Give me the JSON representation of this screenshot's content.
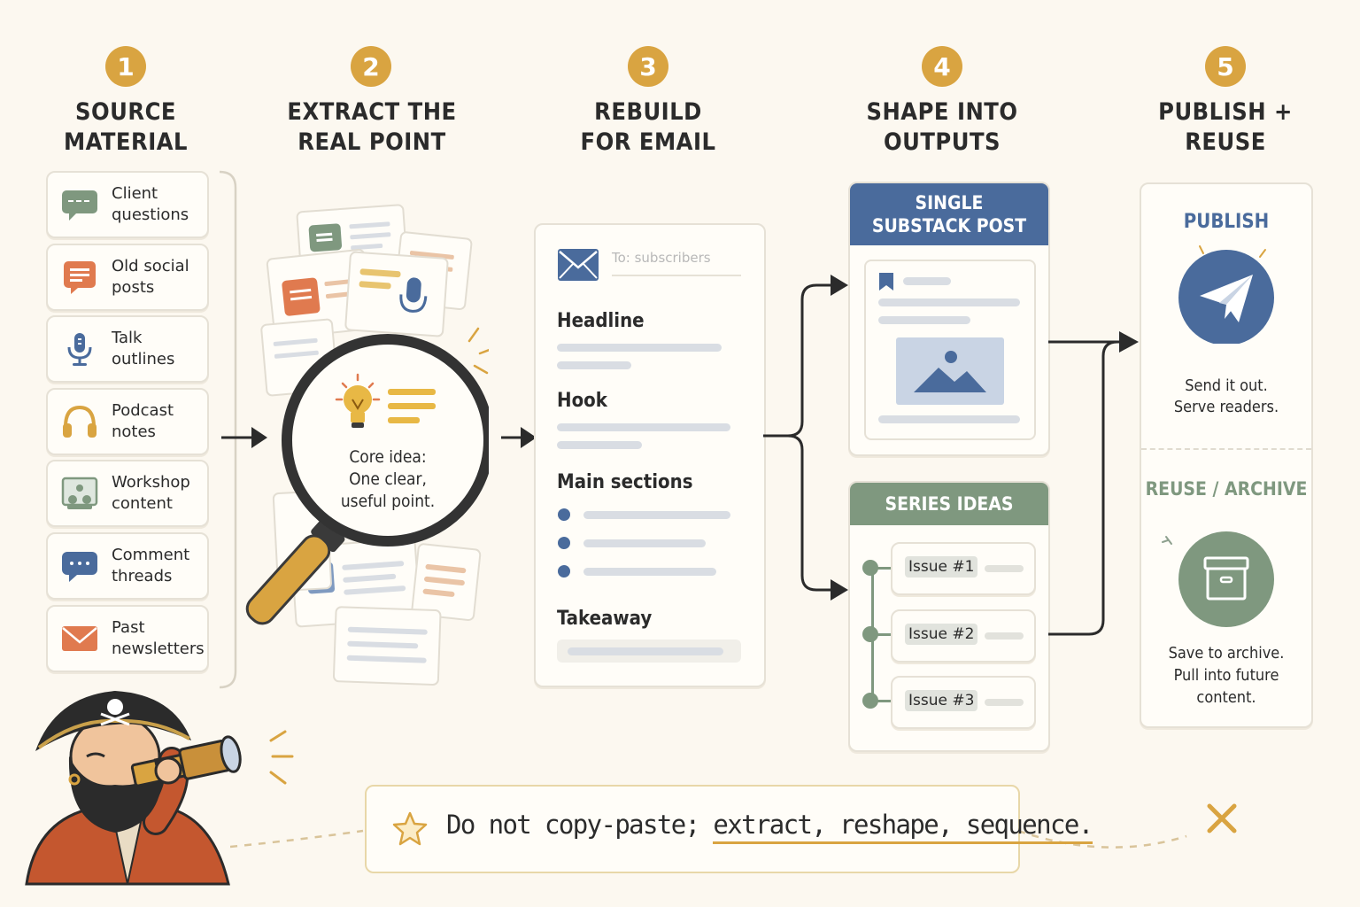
{
  "steps": [
    {
      "num": "1",
      "title_line1": "SOURCE",
      "title_line2": "MATERIAL"
    },
    {
      "num": "2",
      "title_line1": "EXTRACT THE",
      "title_line2": "REAL POINT"
    },
    {
      "num": "3",
      "title_line1": "REBUILD",
      "title_line2": "FOR EMAIL"
    },
    {
      "num": "4",
      "title_line1": "SHAPE INTO",
      "title_line2": "OUTPUTS"
    },
    {
      "num": "5",
      "title_line1": "PUBLISH +",
      "title_line2": "REUSE"
    }
  ],
  "sources": [
    {
      "l1": "Client",
      "l2": "questions",
      "icon": "chat-icon",
      "color": "#7f987f"
    },
    {
      "l1": "Old social",
      "l2": "posts",
      "icon": "post-icon",
      "color": "#e07a4f"
    },
    {
      "l1": "Talk",
      "l2": "outlines",
      "icon": "microphone-icon",
      "color": "#4a6b9c"
    },
    {
      "l1": "Podcast",
      "l2": "notes",
      "icon": "headphones-icon",
      "color": "#d9a441"
    },
    {
      "l1": "Workshop",
      "l2": "content",
      "icon": "workshop-icon",
      "color": "#7f987f"
    },
    {
      "l1": "Comment",
      "l2": "threads",
      "icon": "comment-icon",
      "color": "#4a6b9c"
    },
    {
      "l1": "Past",
      "l2": "newsletters",
      "icon": "envelope-icon",
      "color": "#e07a4f"
    }
  ],
  "extract": {
    "core_title": "Core idea:",
    "core_l1": "One clear,",
    "core_l2": "useful point."
  },
  "email": {
    "to": "To: subscribers",
    "headline": "Headline",
    "hook": "Hook",
    "main": "Main sections",
    "takeaway": "Takeaway"
  },
  "outputs": {
    "single_l1": "SINGLE",
    "single_l2": "SUBSTACK POST",
    "series": "SERIES IDEAS",
    "issues": [
      "Issue #1",
      "Issue #2",
      "Issue #3"
    ]
  },
  "publish": {
    "publish_title": "PUBLISH",
    "publish_l1": "Send it out.",
    "publish_l2": "Serve readers.",
    "reuse_title": "REUSE / ARCHIVE",
    "reuse_l1": "Save to archive.",
    "reuse_l2": "Pull into future",
    "reuse_l3": "content."
  },
  "footer": {
    "part1": "Do not copy-paste;",
    "part2": "extract, reshape, sequence."
  },
  "colors": {
    "accent": "#d9a441",
    "blue": "#4a6b9c",
    "green": "#7f987f",
    "orange": "#e07a4f"
  }
}
